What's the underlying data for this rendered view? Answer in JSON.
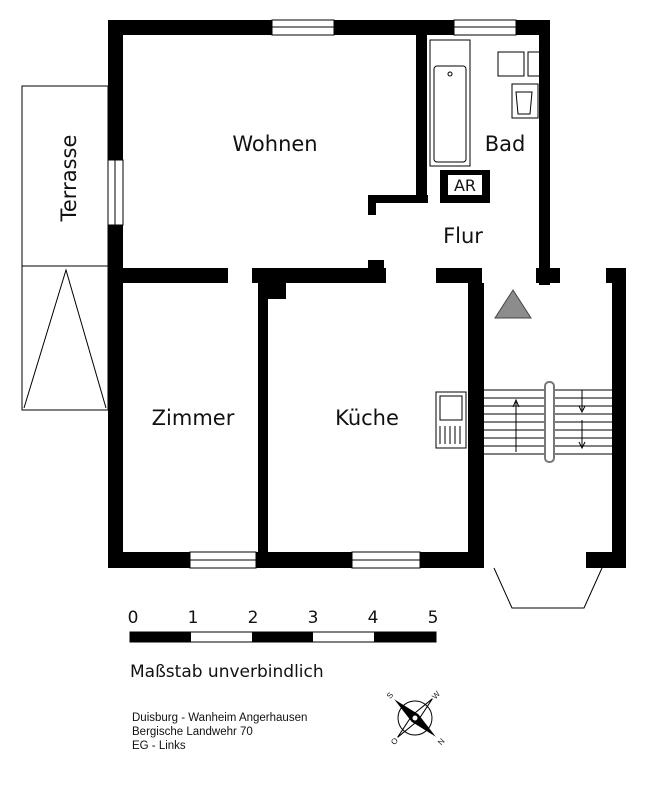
{
  "rooms": {
    "terrace": "Terrasse",
    "living": "Wohnen",
    "bath": "Bad",
    "storage": "AR",
    "hallway": "Flur",
    "bedroom": "Zimmer",
    "kitchen": "Küche"
  },
  "scale": {
    "ticks": [
      "0",
      "1",
      "2",
      "3",
      "4",
      "5"
    ],
    "note": "Maßstab unverbindlich"
  },
  "address": {
    "line1": "Duisburg - Wanheim Angerhausen",
    "line2": "Bergische Landwehr 70",
    "line3": "EG - Links"
  },
  "compass": {
    "letters": [
      "S",
      "W",
      "N",
      "O"
    ],
    "icon": "compass-icon"
  },
  "colors": {
    "wall": "#000000",
    "arrow": "#8c8c8c",
    "background": "#ffffff"
  }
}
